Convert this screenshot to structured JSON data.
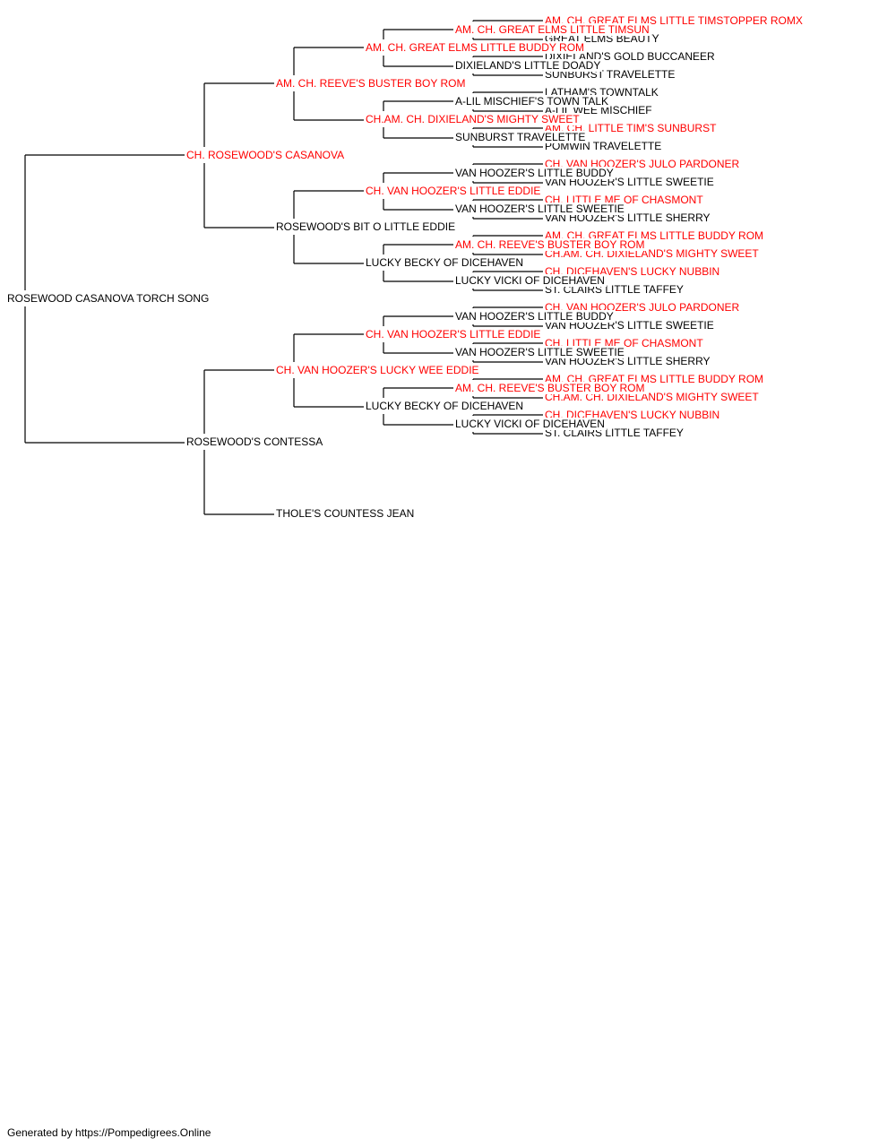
{
  "colors": {
    "champion": "#ff0000",
    "normal": "#000000",
    "line": "#000000"
  },
  "footer": "Generated by https://Pompedigrees.Online",
  "pedigree": {
    "name": "ROSEWOOD CASANOVA TORCH SONG",
    "champion": false,
    "sire": {
      "name": "CH. ROSEWOOD'S CASANOVA",
      "champion": true,
      "sire": {
        "name": "AM. CH. REEVE'S BUSTER BOY ROM",
        "champion": true,
        "sire": {
          "name": "AM. CH. GREAT ELMS LITTLE BUDDY ROM",
          "champion": true,
          "sire": {
            "name": "AM. CH. GREAT ELMS LITTLE TIMSUN",
            "champion": true,
            "sire": {
              "name": "AM. CH. GREAT ELMS LITTLE TIMSTOPPER ROMX",
              "champion": true
            },
            "dam": {
              "name": "GREAT ELMS BEAUTY",
              "champion": false
            }
          },
          "dam": {
            "name": "DIXIELAND'S LITTLE DOADY",
            "champion": false,
            "sire": {
              "name": "DIXIELAND'S GOLD BUCCANEER",
              "champion": false
            },
            "dam": {
              "name": "SUNBURST TRAVELETTE",
              "champion": false
            }
          }
        },
        "dam": {
          "name": "CH.AM. CH. DIXIELAND'S MIGHTY SWEET",
          "champion": true,
          "sire": {
            "name": "A-LIL MISCHIEF'S TOWN TALK",
            "champion": false,
            "sire": {
              "name": "LATHAM'S TOWNTALK",
              "champion": false
            },
            "dam": {
              "name": "A-LIL WEE MISCHIEF",
              "champion": false
            }
          },
          "dam": {
            "name": "SUNBURST TRAVELETTE",
            "champion": false,
            "sire": {
              "name": "AM. CH. LITTLE TIM'S SUNBURST",
              "champion": true
            },
            "dam": {
              "name": "POMWIN TRAVELETTE",
              "champion": false
            }
          }
        }
      },
      "dam": {
        "name": "ROSEWOOD'S BIT O LITTLE EDDIE",
        "champion": false,
        "sire": {
          "name": "CH. VAN HOOZER'S LITTLE EDDIE",
          "champion": true,
          "sire": {
            "name": "VAN HOOZER'S LITTLE BUDDY",
            "champion": false,
            "sire": {
              "name": "CH. VAN HOOZER'S JULO PARDONER",
              "champion": true
            },
            "dam": {
              "name": "VAN HOOZER'S LITTLE SWEETIE",
              "champion": false
            }
          },
          "dam": {
            "name": "VAN HOOZER'S LITTLE SWEETIE",
            "champion": false,
            "sire": {
              "name": "CH. LITTLE ME OF CHASMONT",
              "champion": true
            },
            "dam": {
              "name": "VAN HOOZER'S LITTLE SHERRY",
              "champion": false
            }
          }
        },
        "dam": {
          "name": "LUCKY BECKY OF DICEHAVEN",
          "champion": false,
          "sire": {
            "name": "AM. CH. REEVE'S BUSTER BOY ROM",
            "champion": true,
            "sire": {
              "name": "AM. CH. GREAT ELMS LITTLE BUDDY ROM",
              "champion": true
            },
            "dam": {
              "name": "CH.AM. CH. DIXIELAND'S MIGHTY SWEET",
              "champion": true
            }
          },
          "dam": {
            "name": "LUCKY VICKI OF DICEHAVEN",
            "champion": false,
            "sire": {
              "name": "CH. DICEHAVEN'S LUCKY NUBBIN",
              "champion": true
            },
            "dam": {
              "name": "ST. CLAIRS LITTLE TAFFEY",
              "champion": false
            }
          }
        }
      }
    },
    "dam": {
      "name": "ROSEWOOD'S CONTESSA",
      "champion": false,
      "sire": {
        "name": "CH. VAN HOOZER'S LUCKY WEE EDDIE",
        "champion": true,
        "sire": {
          "name": "CH. VAN HOOZER'S LITTLE EDDIE",
          "champion": true,
          "sire": {
            "name": "VAN HOOZER'S LITTLE BUDDY",
            "champion": false,
            "sire": {
              "name": "CH. VAN HOOZER'S JULO PARDONER",
              "champion": true
            },
            "dam": {
              "name": "VAN HOOZER'S LITTLE SWEETIE",
              "champion": false
            }
          },
          "dam": {
            "name": "VAN HOOZER'S LITTLE SWEETIE",
            "champion": false,
            "sire": {
              "name": "CH. LITTLE ME OF CHASMONT",
              "champion": true
            },
            "dam": {
              "name": "VAN HOOZER'S LITTLE SHERRY",
              "champion": false
            }
          }
        },
        "dam": {
          "name": "LUCKY BECKY OF DICEHAVEN",
          "champion": false,
          "sire": {
            "name": "AM. CH. REEVE'S BUSTER BOY ROM",
            "champion": true,
            "sire": {
              "name": "AM. CH. GREAT ELMS LITTLE BUDDY ROM",
              "champion": true
            },
            "dam": {
              "name": "CH.AM. CH. DIXIELAND'S MIGHTY SWEET",
              "champion": true
            }
          },
          "dam": {
            "name": "LUCKY VICKI OF DICEHAVEN",
            "champion": false,
            "sire": {
              "name": "CH. DICEHAVEN'S LUCKY NUBBIN",
              "champion": true
            },
            "dam": {
              "name": "ST. CLAIRS LITTLE TAFFEY",
              "champion": false
            }
          }
        }
      },
      "dam": {
        "name": "THOLE'S COUNTESS JEAN",
        "champion": false
      }
    }
  }
}
